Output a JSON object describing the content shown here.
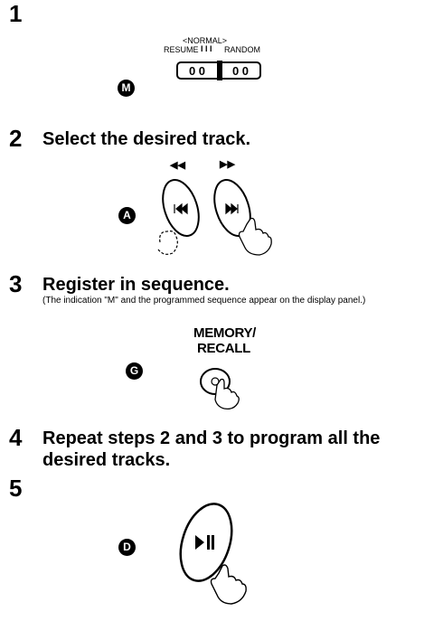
{
  "steps": [
    {
      "num": "1"
    },
    {
      "num": "2",
      "title": "Select the desired track."
    },
    {
      "num": "3",
      "title": "Register in sequence.",
      "note": "(The indication \"M\" and the programmed sequence appear on the display panel.)"
    },
    {
      "num": "4",
      "title": "Repeat steps 2 and 3 to program all the desired tracks."
    },
    {
      "num": "5"
    }
  ],
  "mode_switch": {
    "badge": "M",
    "normal_label": "<NORMAL>",
    "resume_label": "RESUME",
    "random_label": "RANDOM"
  },
  "skip_buttons": {
    "badge": "A",
    "rewind_symbol": "◀◀",
    "forward_symbol": "▶▶"
  },
  "memory_button": {
    "badge": "G",
    "label_line1": "MEMORY/",
    "label_line2": "RECALL"
  },
  "play_button": {
    "badge": "D",
    "symbol": "▶II"
  }
}
